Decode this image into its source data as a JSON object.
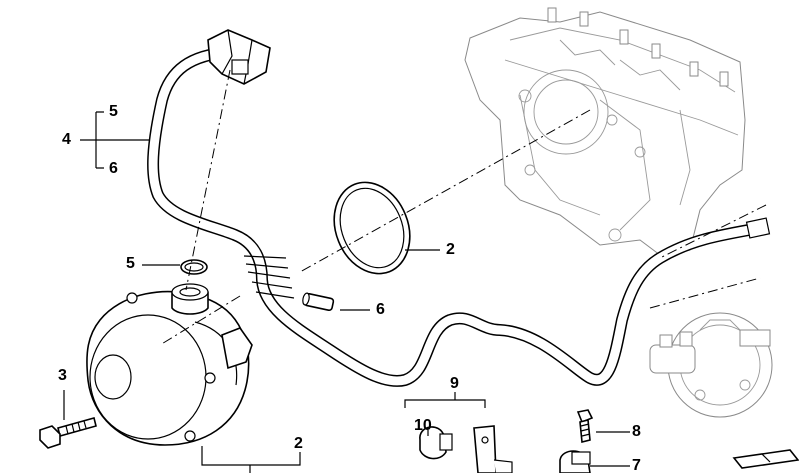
{
  "callouts": {
    "c4": "4",
    "c5_top": "5",
    "c6_top": "6",
    "c5_left": "5",
    "c2_ring": "2",
    "c6_pipe": "6",
    "c3": "3",
    "c9": "9",
    "c10": "10",
    "c8": "8",
    "c7": "7",
    "c2_bottom": "2"
  }
}
